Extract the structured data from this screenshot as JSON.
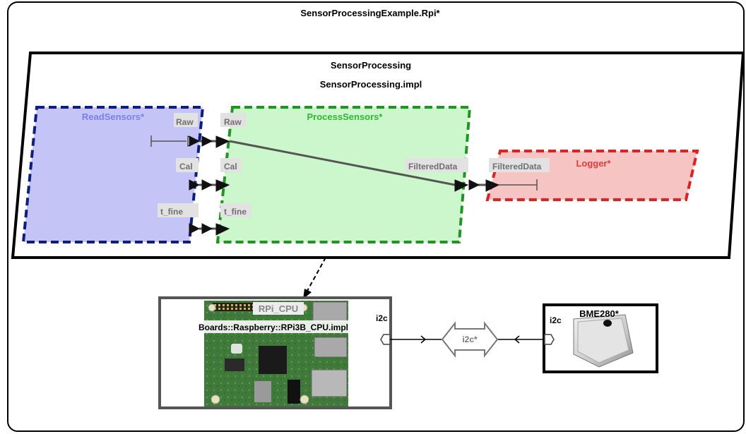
{
  "system": {
    "title": "SensorProcessingExample.Rpi*"
  },
  "process": {
    "name": "SensorProcessing",
    "impl": "SensorProcessing.impl"
  },
  "threads": {
    "read": {
      "name": "ReadSensors*",
      "ports": [
        "Raw",
        "Cal",
        "t_fine"
      ]
    },
    "proc": {
      "name": "ProcessSensors*",
      "in_ports": [
        "Raw",
        "Cal",
        "t_fine"
      ],
      "out_port": "FilteredData"
    },
    "logger": {
      "name": "Logger*",
      "port": "FilteredData"
    }
  },
  "cpu": {
    "name": "RPi_CPU",
    "impl": "Boards::Raspberry::RPi3B_CPU.impl",
    "port": "i2c"
  },
  "bus": {
    "name": "i2c*"
  },
  "device": {
    "name": "BME280*",
    "port": "i2c"
  },
  "colors": {
    "read_fill": "#c4c4f7",
    "read_stroke": "#0c1e86",
    "proc_fill": "#ccf7cc",
    "proc_stroke": "#1f961f",
    "logger_fill": "#f7c4c4",
    "logger_stroke": "#e51e1e",
    "read_text": "#7e7ef0",
    "proc_text": "#2fba2f",
    "logger_text": "#e63a3a",
    "port_text": "#707070",
    "port_bg": "#e2e2e2"
  }
}
